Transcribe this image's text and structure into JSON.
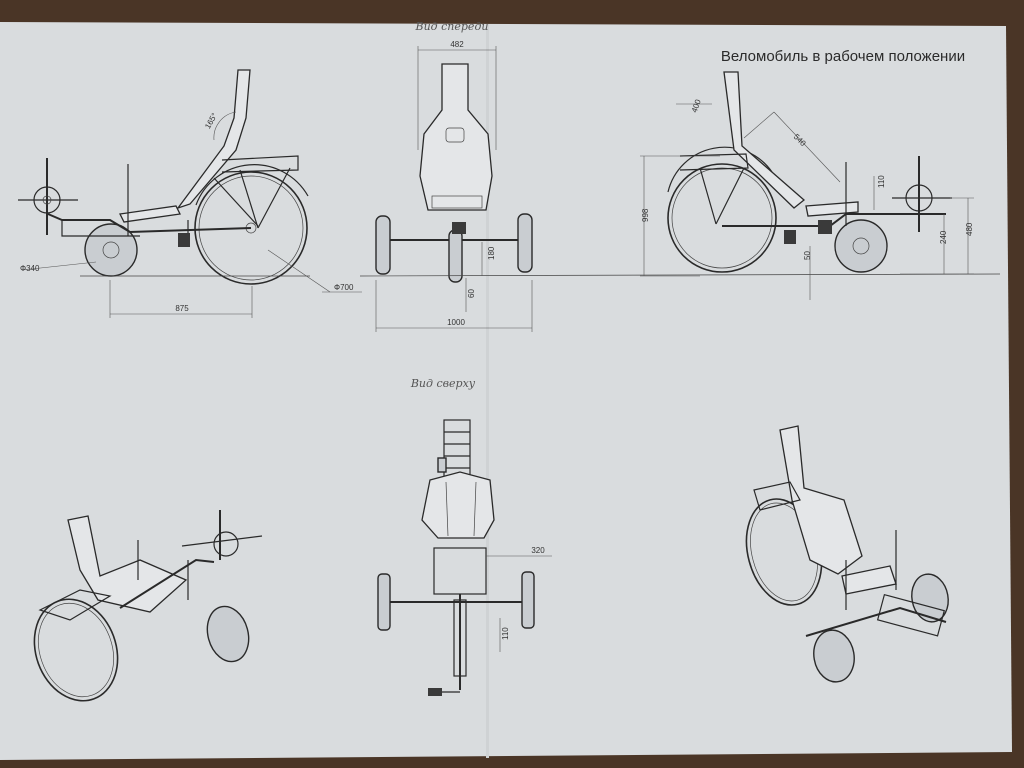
{
  "sheet": {
    "title": "Веломобиль в рабочем положении",
    "front_view_label": "Вид спереди",
    "top_view_label": "Вид сверху"
  },
  "colors": {
    "background": "#4a3526",
    "paper": "#d9dcde",
    "line": "#2a2a2a"
  },
  "dimensions": {
    "left_view": {
      "front_wheel_diameter": "Ф340",
      "rear_wheel_diameter": "Ф700",
      "wheelbase": "875",
      "seat_angle": "165°"
    },
    "front_view": {
      "seat_width": "482",
      "track_width": "1000",
      "ground_clearance": "180",
      "small_height": "60"
    },
    "right_view": {
      "seat_back_length": "400",
      "seat_length": "540",
      "overall_height": "998",
      "boom_height": "480",
      "axle_height": "240",
      "clearance": "50",
      "small_offset": "110"
    },
    "top_view": {
      "seat_base_width": "320",
      "wheel_offset": "110"
    }
  }
}
